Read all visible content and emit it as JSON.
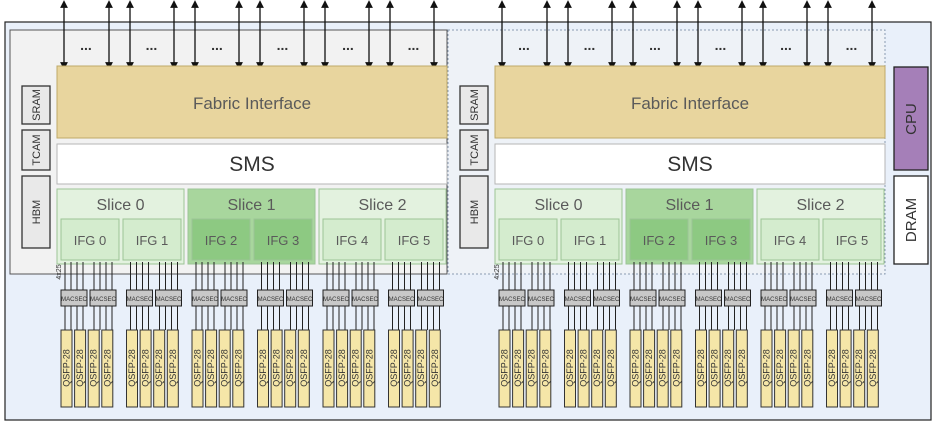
{
  "diagram": {
    "ellipsis": "...",
    "side_labels": [
      "SRAM",
      "TCAM",
      "HBM"
    ],
    "fabric_label": "Fabric Interface",
    "sms_label": "SMS",
    "slices": [
      {
        "label": "Slice 0",
        "highlighted": false,
        "ifgs": [
          "IFG 0",
          "IFG 1"
        ]
      },
      {
        "label": "Slice 1",
        "highlighted": true,
        "ifgs": [
          "IFG 2",
          "IFG 3"
        ]
      },
      {
        "label": "Slice 2",
        "highlighted": false,
        "ifgs": [
          "IFG 4",
          "IFG 5"
        ]
      }
    ],
    "chip_tag": "4x25",
    "macsec_label": "MACSEC",
    "port_label": "QSFP-28",
    "cpu_label": "CPU",
    "dram_label": "DRAM",
    "colors": {
      "board_fill": "#e9f0fa",
      "fabric_fill": "#e8d59e",
      "slice_fill": "#e3f2df",
      "slice_highlight": "#a8d69d",
      "ifg_fill": "#d4ecce",
      "ifg_highlight": "#8dc982",
      "port_fill": "#f5e6a8",
      "cpu_fill": "#a57fb8",
      "macsec_fill": "#c8c8c8"
    }
  }
}
